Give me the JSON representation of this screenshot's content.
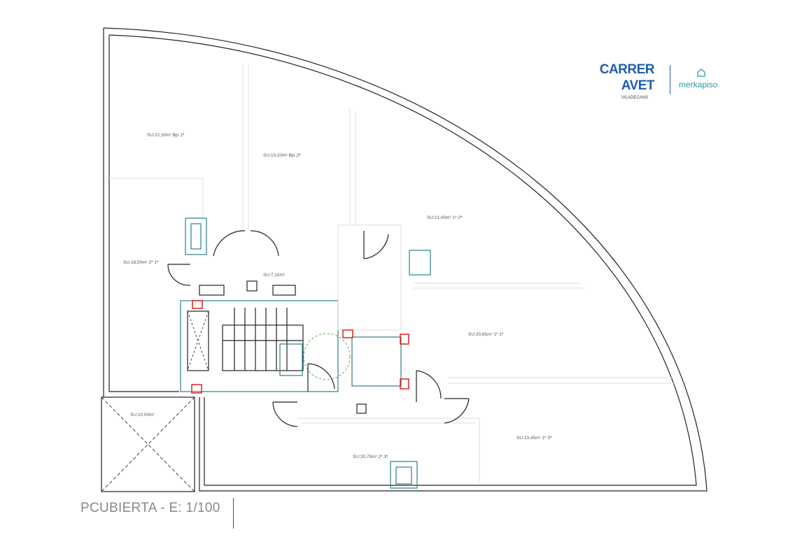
{
  "logo": {
    "brand_line1": "CARRER",
    "brand_line2": "AVET",
    "brand_sub": "VILADECANS",
    "partner": "merkapiso"
  },
  "plan_title": "PCUBIERTA - E: 1/100",
  "rooms": [
    {
      "label": "SU:22,30m² Bjs 1ª"
    },
    {
      "label": "SU:19,20m² Bjs 2ª"
    },
    {
      "label": "SU:18,50m² 2º 1ª"
    },
    {
      "label": "SU:7,10m²"
    },
    {
      "label": "SU:21,00m² 1º 2ª"
    },
    {
      "label": "SU:20,65m² 1º 1ª"
    },
    {
      "label": "SU:10,00m²"
    },
    {
      "label": "SU:20,75m² 2º 3ª"
    },
    {
      "label": "SU:23,45m² 1º 3ª"
    }
  ],
  "colors": {
    "brand": "#1e5fb0",
    "partner": "#2a9aa6",
    "installations": "#2c7f8a",
    "shafts": "#d22222"
  }
}
